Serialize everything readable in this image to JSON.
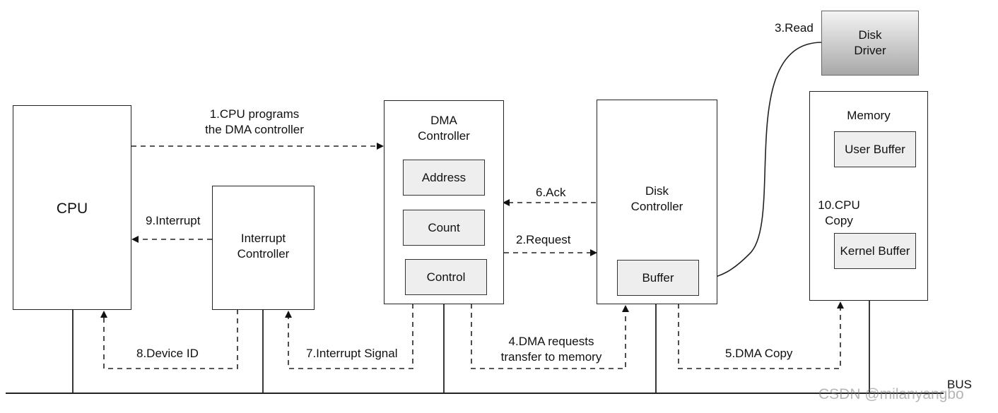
{
  "nodes": {
    "cpu": "CPU",
    "interrupt_controller": "Interrupt\nController",
    "dma_controller": "DMA\nController",
    "dma_address": "Address",
    "dma_count": "Count",
    "dma_control": "Control",
    "disk_controller": "Disk\nController",
    "disk_buffer": "Buffer",
    "disk_driver": "Disk\nDriver",
    "memory": "Memory",
    "user_buffer": "User Buffer",
    "kernel_buffer": "Kernel Buffer"
  },
  "edges": {
    "step1": "1.CPU programs\nthe DMA controller",
    "step2": "2.Request",
    "step3": "3.Read",
    "step4": "4.DMA requests\ntransfer to memory",
    "step5": "5.DMA Copy",
    "step6": "6.Ack",
    "step7": "7.Interrupt Signal",
    "step8": "8.Device ID",
    "step9": "9.Interrupt",
    "step10": "10.CPU\nCopy"
  },
  "bus_label": "BUS",
  "watermark": "CSDN @milanyangbo"
}
